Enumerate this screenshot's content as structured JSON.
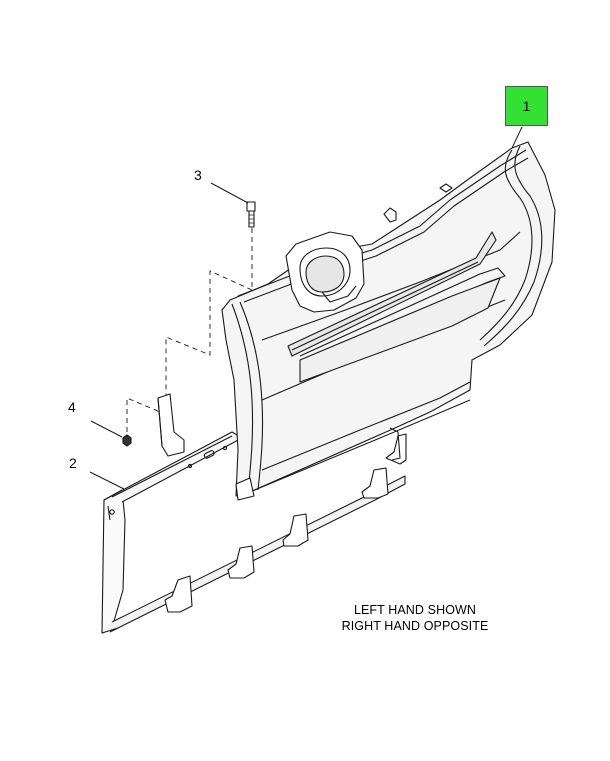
{
  "callouts": {
    "part_1": "1",
    "part_2": "2",
    "part_3": "3",
    "part_4": "4"
  },
  "notes": {
    "line_1": "LEFT HAND SHOWN",
    "line_2": "RIGHT HAND OPPOSITE"
  },
  "colors": {
    "highlight": "#33e033",
    "line": "#1a1a1a",
    "shade": "#f2f2f2"
  }
}
